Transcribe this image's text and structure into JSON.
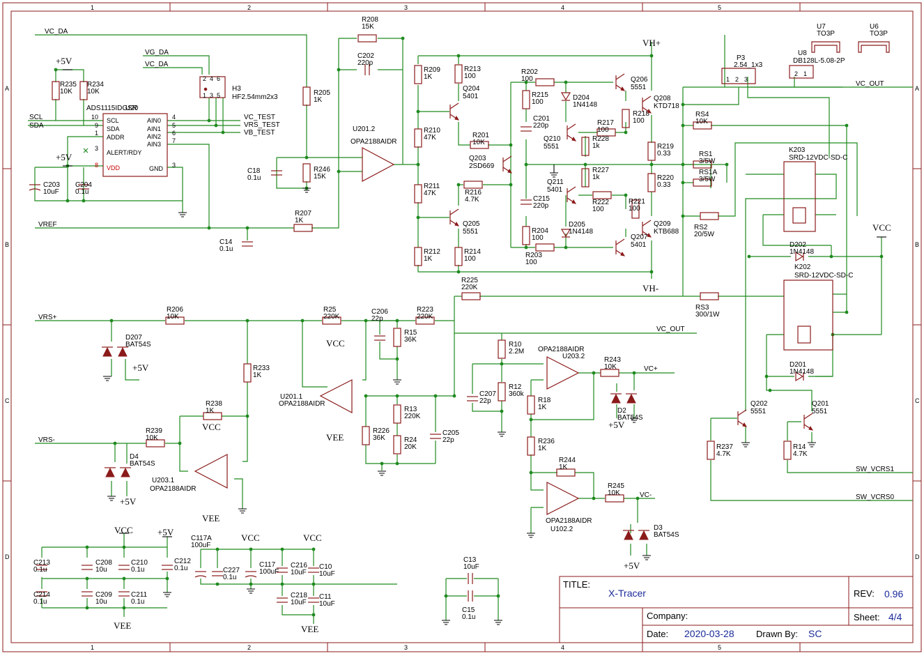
{
  "frame": {
    "cols": [
      "1",
      "2",
      "3",
      "4",
      "5"
    ],
    "rows": [
      "A",
      "B",
      "C",
      "D"
    ]
  },
  "nets": {
    "vc_da": "VC_DA",
    "vg_da": "VG_DA",
    "vc_da2": "VC_DA",
    "scl": "SCL",
    "sda": "SDA",
    "vc_test": "VC_TEST",
    "vrs_test": "VRS_TEST",
    "vb_test": "VB_TEST",
    "vref": "VREF",
    "vrs_plus": "VRS+",
    "vrs_minus": "VRS-",
    "vc_out": "VC_OUT",
    "vc_out2": "VC_OUT",
    "vc_plus": "VC+",
    "vc_minus": "VC-",
    "vh_plus": "VH+",
    "vh_minus": "VH-",
    "sw1": "SW_VCRS1",
    "sw0": "SW_VCRS0"
  },
  "power": {
    "p5v": "+5V",
    "vcc": "VCC",
    "vee": "VEE"
  },
  "u20": {
    "ref": "U20",
    "part": "ADS1115IDGSR",
    "pins_left": [
      "SCL",
      "SDA",
      "ADDR",
      "ALERT/RDY",
      "VDD"
    ],
    "pins_left_num": [
      "10",
      "9",
      "1",
      "3",
      "8"
    ],
    "pins_right": [
      "AIN0",
      "AIN1",
      "AIN2",
      "AIN3",
      "GND"
    ],
    "pins_right_num": [
      "4",
      "5",
      "6",
      "7",
      "3"
    ]
  },
  "h3": {
    "ref": "H3",
    "part": "HF2.54mm2x3",
    "pins": [
      "2",
      "4",
      "6",
      "1",
      "3",
      "5"
    ]
  },
  "p3": {
    "ref": "P3",
    "part": "2.54_1x3",
    "pins": [
      "1",
      "2",
      "3"
    ]
  },
  "u8": {
    "ref": "U8",
    "part": "DB128L-5.08-2P",
    "pins": [
      "2",
      "1"
    ]
  },
  "u7": {
    "ref": "U7",
    "part": "TO3P"
  },
  "u6": {
    "ref": "U6",
    "part": "TO3P"
  },
  "resistors": [
    {
      "ref": "R235",
      "val": "10K"
    },
    {
      "ref": "R234",
      "val": "10K"
    },
    {
      "ref": "R205",
      "val": "1K"
    },
    {
      "ref": "R246",
      "val": "15K"
    },
    {
      "ref": "R207",
      "val": "1K"
    },
    {
      "ref": "R208",
      "val": "15K"
    },
    {
      "ref": "R209",
      "val": "1K"
    },
    {
      "ref": "R213",
      "val": "100"
    },
    {
      "ref": "R210",
      "val": "47K"
    },
    {
      "ref": "R201",
      "val": "10K"
    },
    {
      "ref": "R211",
      "val": "47K"
    },
    {
      "ref": "R216",
      "val": "4.7K"
    },
    {
      "ref": "R212",
      "val": "1K"
    },
    {
      "ref": "R214",
      "val": "100"
    },
    {
      "ref": "R202",
      "val": "100"
    },
    {
      "ref": "R215",
      "val": "100"
    },
    {
      "ref": "R217",
      "val": "100"
    },
    {
      "ref": "R218",
      "val": "100"
    },
    {
      "ref": "R228",
      "val": "1k"
    },
    {
      "ref": "R227",
      "val": "1k"
    },
    {
      "ref": "R219",
      "val": "0.33"
    },
    {
      "ref": "R220",
      "val": "0.33"
    },
    {
      "ref": "R222",
      "val": "100"
    },
    {
      "ref": "R221",
      "val": "100"
    },
    {
      "ref": "R204",
      "val": "100"
    },
    {
      "ref": "R203",
      "val": "100"
    },
    {
      "ref": "R225",
      "val": "220K"
    },
    {
      "ref": "RS4",
      "val": "10K"
    },
    {
      "ref": "RS1",
      "val": "3/5W"
    },
    {
      "ref": "RS1A",
      "val": "3/5W"
    },
    {
      "ref": "RS2",
      "val": "20/5W"
    },
    {
      "ref": "RS3",
      "val": "300/1W"
    },
    {
      "ref": "R206",
      "val": "10K"
    },
    {
      "ref": "R25",
      "val": "220K"
    },
    {
      "ref": "R223",
      "val": "220K"
    },
    {
      "ref": "R15",
      "val": "36K"
    },
    {
      "ref": "R233",
      "val": "1K"
    },
    {
      "ref": "R238",
      "val": "1K"
    },
    {
      "ref": "R239",
      "val": "10K"
    },
    {
      "ref": "R226",
      "val": "36K"
    },
    {
      "ref": "R13",
      "val": "220K"
    },
    {
      "ref": "R24",
      "val": "20K"
    },
    {
      "ref": "R10",
      "val": "2.2M"
    },
    {
      "ref": "R12",
      "val": "360k"
    },
    {
      "ref": "R18",
      "val": "1K"
    },
    {
      "ref": "R243",
      "val": "10K"
    },
    {
      "ref": "R236",
      "val": "1K"
    },
    {
      "ref": "R244",
      "val": "1K"
    },
    {
      "ref": "R245",
      "val": "10K"
    },
    {
      "ref": "R237",
      "val": "4.7K"
    },
    {
      "ref": "R14",
      "val": "4.7K"
    }
  ],
  "capacitors": [
    {
      "ref": "C203",
      "val": "10uF"
    },
    {
      "ref": "C204",
      "val": "0.1u"
    },
    {
      "ref": "C18",
      "val": "0.1u"
    },
    {
      "ref": "C14",
      "val": "0.1u"
    },
    {
      "ref": "C202",
      "val": "220p"
    },
    {
      "ref": "C201",
      "val": "220p"
    },
    {
      "ref": "C215",
      "val": "220p"
    },
    {
      "ref": "C206",
      "val": "22p"
    },
    {
      "ref": "C205",
      "val": "22p"
    },
    {
      "ref": "C207",
      "val": "22p"
    },
    {
      "ref": "C213",
      "val": "0.1u"
    },
    {
      "ref": "C208",
      "val": "10u"
    },
    {
      "ref": "C210",
      "val": "0.1u"
    },
    {
      "ref": "C214",
      "val": "0.1u"
    },
    {
      "ref": "C209",
      "val": "10u"
    },
    {
      "ref": "C211",
      "val": "0.1u"
    },
    {
      "ref": "C212",
      "val": "0.1u"
    },
    {
      "ref": "C117A",
      "val": "100uF"
    },
    {
      "ref": "C227",
      "val": "0.1u"
    },
    {
      "ref": "C117",
      "val": "100uF"
    },
    {
      "ref": "C216",
      "val": "10uF"
    },
    {
      "ref": "C10",
      "val": "10uF"
    },
    {
      "ref": "C218",
      "val": "10uF"
    },
    {
      "ref": "C11",
      "val": "10uF"
    },
    {
      "ref": "C13",
      "val": "10uF"
    },
    {
      "ref": "C15",
      "val": "0.1u"
    }
  ],
  "transistors": [
    {
      "ref": "Q204",
      "val": "5401"
    },
    {
      "ref": "Q205",
      "val": "5551"
    },
    {
      "ref": "Q203",
      "val": "2SD669"
    },
    {
      "ref": "Q206",
      "val": "5551"
    },
    {
      "ref": "Q208",
      "val": "KTD718"
    },
    {
      "ref": "Q210",
      "val": "5551"
    },
    {
      "ref": "Q211",
      "val": "5401"
    },
    {
      "ref": "Q209",
      "val": "KTB688"
    },
    {
      "ref": "Q207",
      "val": "5401"
    },
    {
      "ref": "Q202",
      "val": "5551"
    },
    {
      "ref": "Q201",
      "val": "5551"
    }
  ],
  "diodes": [
    {
      "ref": "D204",
      "val": "1N4148"
    },
    {
      "ref": "D205",
      "val": "1N4148"
    },
    {
      "ref": "D202",
      "val": "1N4148"
    },
    {
      "ref": "D201",
      "val": "1N4148"
    },
    {
      "ref": "D207",
      "val": "BAT54S"
    },
    {
      "ref": "D4",
      "val": "BAT54S"
    },
    {
      "ref": "D2",
      "val": "BAT54S"
    },
    {
      "ref": "D3",
      "val": "BAT54S"
    }
  ],
  "opamps": [
    {
      "ref": "U201.2",
      "val": "OPA2188AIDR"
    },
    {
      "ref": "U201.1",
      "val": "OPA2188AIDR"
    },
    {
      "ref": "U203.1",
      "val": "OPA2188AIDR"
    },
    {
      "ref": "U203.2",
      "val": "OPA2188AIDR"
    },
    {
      "ref": "U102.2",
      "val": "OPA2188AIDR"
    }
  ],
  "relays": [
    {
      "ref": "K203",
      "val": "SRD-12VDC-SD-C"
    },
    {
      "ref": "K202",
      "val": "SRD-12VDC-SD-C"
    }
  ],
  "title_block": {
    "title_label": "TITLE:",
    "title": "X-Tracer",
    "rev_label": "REV:",
    "rev": "0.96",
    "company_label": "Company:",
    "company": "",
    "sheet_label": "Sheet:",
    "sheet": "4/4",
    "date_label": "Date:",
    "date": "2020-03-28",
    "drawn_label": "Drawn By:",
    "drawn": "SC"
  }
}
